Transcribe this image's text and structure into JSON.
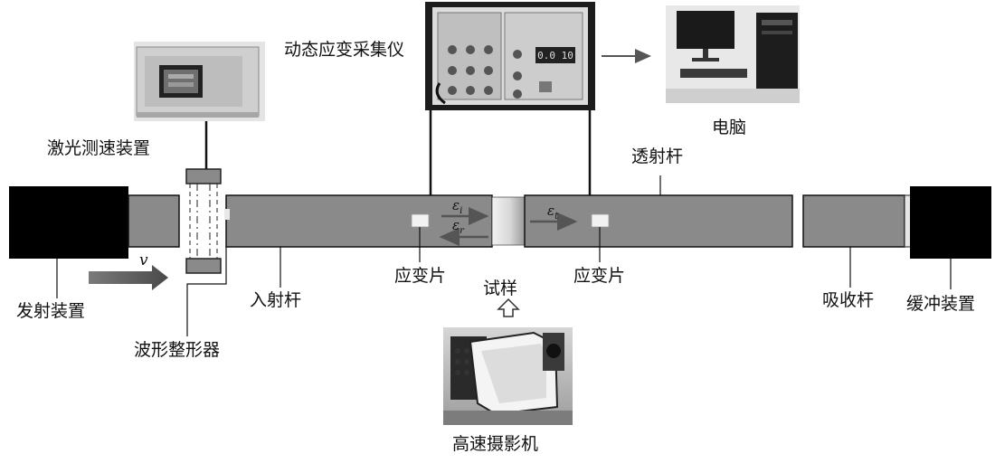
{
  "labels": {
    "daq": "动态应变采集仪",
    "computer": "电脑",
    "laser": "激光测速装置",
    "transmission_bar": "透射杆",
    "gauge_left": "应变片",
    "specimen": "试样",
    "gauge_right": "应变片",
    "absorber_bar": "吸收杆",
    "launcher": "发射装置",
    "incident_bar": "入射杆",
    "buffer": "缓冲装置",
    "shaper": "波形整形器",
    "camera": "高速摄影机"
  },
  "symbols": {
    "velocity": "v",
    "eps": "ε",
    "sub_incident": "i",
    "sub_reflected": "r",
    "sub_transmitted": "t"
  },
  "daq_display": "0.0 10",
  "colors": {
    "bar_fill": "#8a8a8a",
    "block_fill": "#000000",
    "specimen_light": "#efefef",
    "specimen_dark": "#9a9a9a",
    "arrow": "#555555"
  }
}
